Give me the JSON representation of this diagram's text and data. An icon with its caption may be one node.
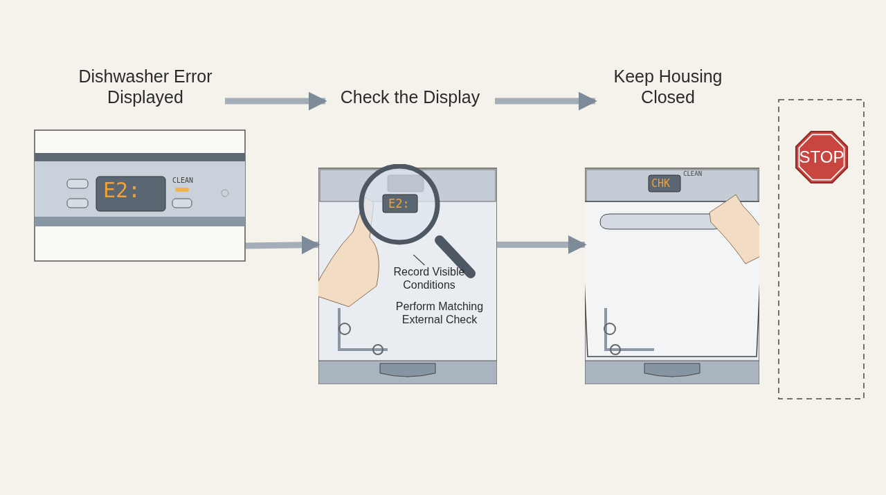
{
  "diagram": {
    "nodes": [
      {
        "text": [
          "Dishwasher Error Displayed"
        ]
      },
      {
        "text": [
          "Check the Display"
        ]
      },
      {
        "text": [
          "Keep Housing Closed"
        ]
      },
      {
        "text": [],
        "shape": "picture"
      },
      {
        "text": [],
        "shape": "picture"
      },
      {
        "text": [],
        "shape": "picture",
        "in": 4
      },
      {
        "text": [
          "Record Visible Conditions"
        ],
        "in": 4
      },
      {
        "text": [
          "Perform Matching External Check"
        ],
        "in": 4
      },
      {
        "text": [],
        "shape": "picture"
      },
      {
        "text": [],
        "shape": "box"
      },
      {
        "text": [
          "STOP"
        ],
        "in": 9
      }
    ],
    "edges": [
      {
        "from": 0,
        "to": 1,
        "arrow": "to"
      },
      {
        "from": 1,
        "to": 2,
        "arrow": "to"
      },
      {
        "from": 3,
        "to": 4,
        "arrow": "to"
      },
      {
        "from": 4,
        "to": 8,
        "arrow": "to"
      },
      {
        "from": 6,
        "to": 5,
        "arrow": "none",
        "color": "#444444"
      }
    ],
    "labels": [
      "E2:",
      "CLEAN",
      "E2:",
      "CHK",
      "CLEAN"
    ]
  }
}
